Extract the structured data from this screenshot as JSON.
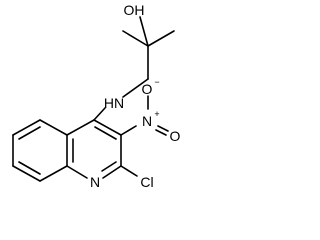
{
  "molecule": {
    "atoms": {
      "oh": "OH",
      "nh": "HN",
      "n_plus": "N",
      "plus": "+",
      "o_minus": "O",
      "minus": "−",
      "o_double": "O",
      "ring_n": "N",
      "cl": "Cl"
    }
  }
}
